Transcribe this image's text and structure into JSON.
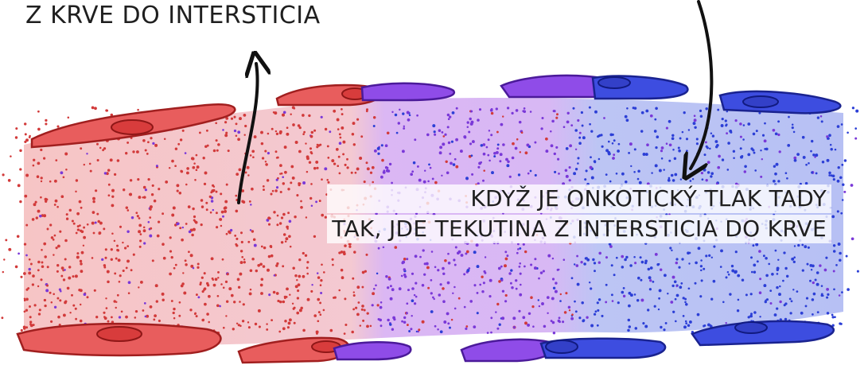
{
  "labels": {
    "top_left": "Z KRVE DO INTERSTICIA",
    "right_line1": "KDYŽ JE ONKOTICKÝ TLAK TADY",
    "right_line2": "TAK, JDE TEKUTINA Z INTERSTICIA DO KRVE"
  },
  "colors": {
    "arterial": "#d23a3a",
    "arterial_fill": "#f7c1c1",
    "mixed": "#7a38d8",
    "mixed_fill": "#d8b6f3",
    "venous": "#2c3fd6",
    "venous_fill": "#b6bff3"
  }
}
